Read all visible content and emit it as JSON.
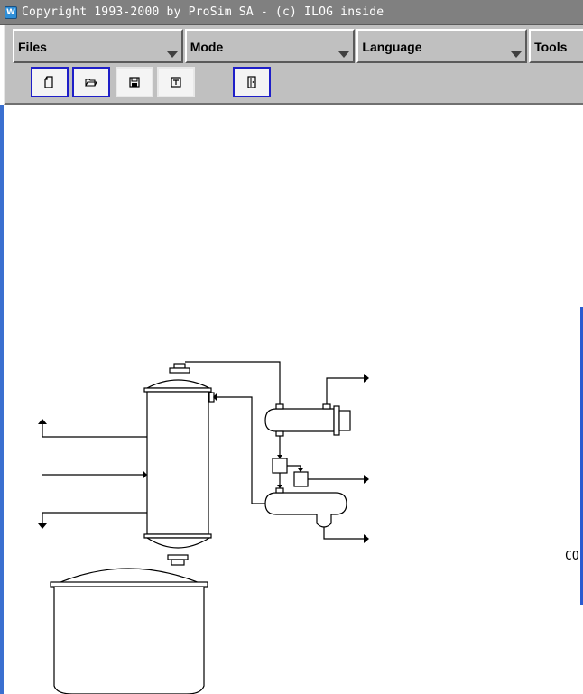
{
  "window": {
    "title": "Copyright 1993-2000 by ProSim SA - (c) ILOG inside",
    "icon": "app-logo-icon",
    "icon_glyph": "W"
  },
  "menubar": {
    "files": "Files",
    "mode": "Mode",
    "language": "Language",
    "tools": "Tools"
  },
  "toolbar": {
    "buttons": [
      {
        "name": "new-document",
        "icon": "new-document-icon",
        "selected": true
      },
      {
        "name": "open-folder",
        "icon": "open-folder-icon",
        "selected": true
      },
      {
        "name": "save",
        "icon": "save-icon",
        "selected": false
      },
      {
        "name": "print",
        "icon": "print-icon",
        "selected": false
      },
      {
        "name": "exit",
        "icon": "exit-door-icon",
        "selected": true
      }
    ]
  },
  "canvas": {
    "partial_text": "CO"
  },
  "colors": {
    "titlebar": "#808080",
    "panel": "#c0c0c0",
    "selection_border": "#1e1ec8",
    "edge_blue": "#3a6fd0"
  }
}
